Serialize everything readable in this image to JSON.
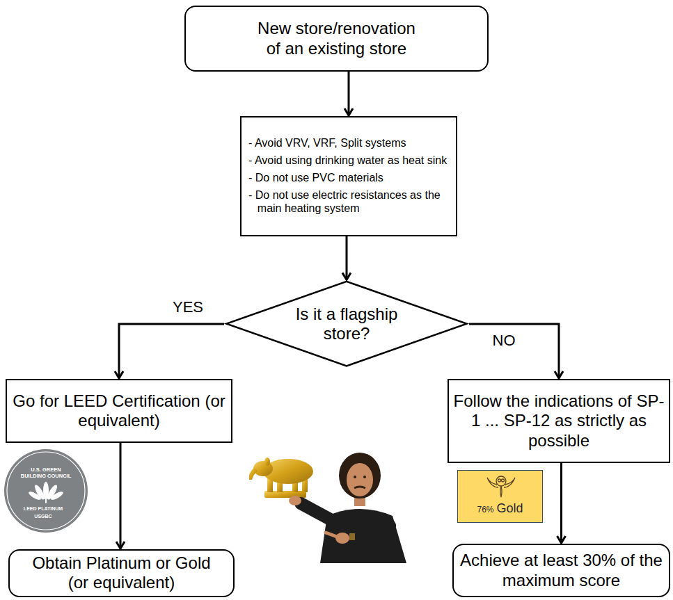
{
  "diagram": {
    "nodes": [
      {
        "text": [
          "New store/renovation of an existing store"
        ]
      },
      {
        "text": [
          "- Avoid VRV, VRF, Split systems",
          "- Avoid using drinking water as heat sink",
          "- Do not use PVC materials",
          "- Do not use electric resistances as the main heating system"
        ]
      },
      {
        "text": [
          "Is it a flagship store?"
        ]
      },
      {
        "text": [
          "Go for LEED Certification (or equivalent)"
        ]
      },
      {
        "text": [
          "Follow the indications of SP-1 ... SP-12 as strictly as possible"
        ]
      },
      {
        "text": [
          "76%",
          "Gold"
        ]
      },
      {
        "text": [
          "Obtain Platinum or Gold (or equivalent)"
        ]
      },
      {
        "text": [
          "Achieve at least 30% of the maximum score"
        ]
      }
    ],
    "edges": [
      {
        "from": 0,
        "to": 1,
        "arrow": "to"
      },
      {
        "from": 1,
        "to": 2,
        "arrow": "to"
      },
      {
        "from": 2,
        "to": 3,
        "label": "YES",
        "arrow": "to"
      },
      {
        "from": 2,
        "to": 4,
        "label": "NO",
        "arrow": "to"
      },
      {
        "from": 3,
        "to": 6,
        "arrow": "to"
      },
      {
        "from": 4,
        "to": 7,
        "arrow": "to"
      }
    ],
    "labels": [
      "U.S. GREEN BUILDING COUNCIL",
      "LEED PLATINUM",
      "USGBC"
    ]
  }
}
